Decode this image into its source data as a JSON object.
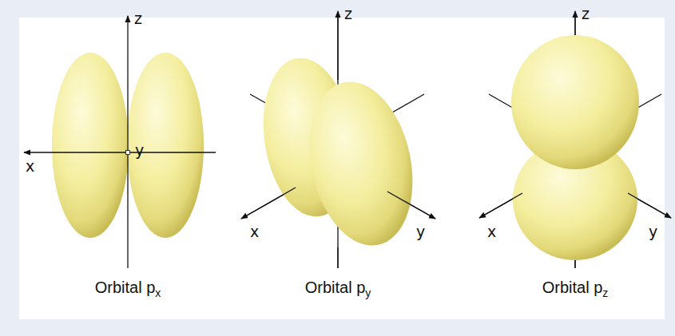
{
  "diagram": {
    "labels": [
      "z",
      "x",
      "y",
      "Orbital p",
      "x",
      "z",
      "x",
      "y",
      "Orbital p",
      "y",
      "z",
      "x",
      "y",
      "Orbital p",
      "z"
    ]
  }
}
